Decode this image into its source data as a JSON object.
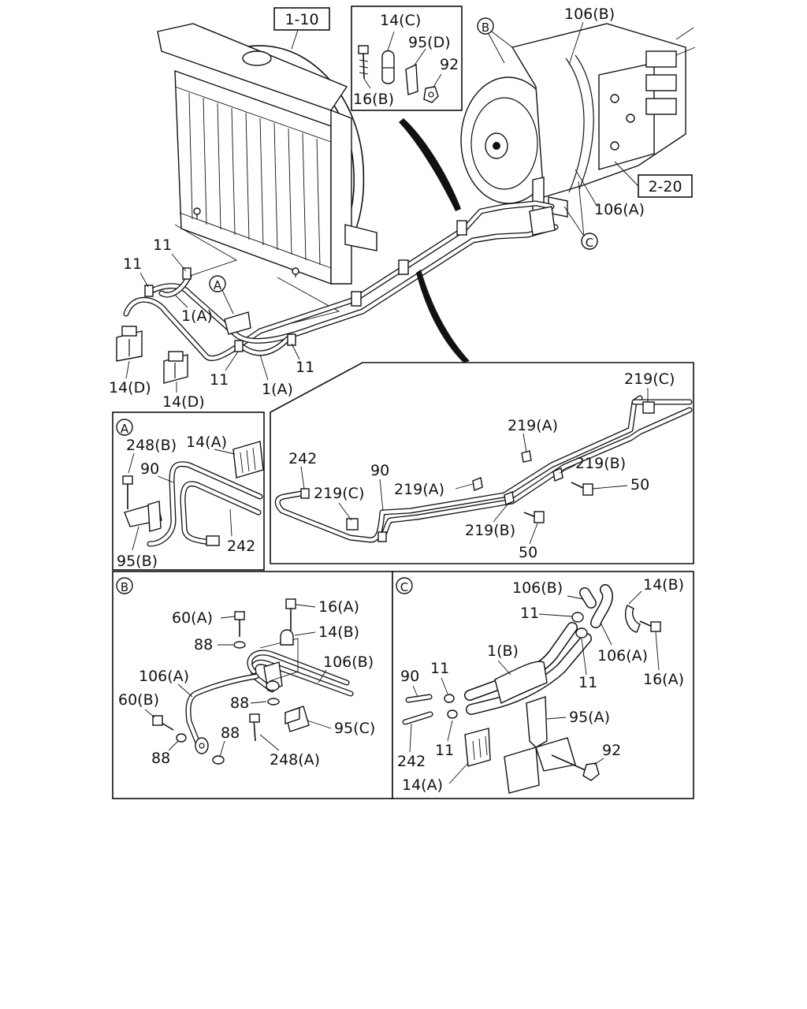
{
  "callouts": {
    "ref_1_10": "1-10",
    "ref_2_20": "2-20",
    "c_14c": "14(C)",
    "c_95d": "95(D)",
    "c_92_top": "92",
    "c_16b": "16(B)",
    "c_106b_top": "106(B)",
    "c_106a_top": "106(A)",
    "c_11_a": "11",
    "c_11_b": "11",
    "c_1a_a": "1(A)",
    "c_11_c": "11",
    "c_11_d": "11",
    "c_1a_b": "1(A)",
    "c_14d_a": "14(D)",
    "c_14d_b": "14(D)",
    "marker_a": "A",
    "marker_b": "B",
    "marker_c": "C"
  },
  "panel_a": {
    "marker": "A",
    "c_248b": "248(B)",
    "c_14a": "14(A)",
    "c_90": "90",
    "c_242": "242",
    "c_95b": "95(B)"
  },
  "panel_lines": {
    "c_219c_top": "219(C)",
    "c_219a_top": "219(A)",
    "c_219b_top": "219(B)",
    "c_50_right": "50",
    "c_242": "242",
    "c_219c_left": "219(C)",
    "c_90": "90",
    "c_219a_mid": "219(A)",
    "c_219b_bot": "219(B)",
    "c_50_bot": "50"
  },
  "panel_b": {
    "marker": "B",
    "c_16a": "16(A)",
    "c_60a": "60(A)",
    "c_14b": "14(B)",
    "c_88_a": "88",
    "c_106b": "106(B)",
    "c_106a": "106(A)",
    "c_60b": "60(B)",
    "c_88_b": "88",
    "c_95c": "95(C)",
    "c_88_c": "88",
    "c_88_d": "88",
    "c_248a": "248(A)"
  },
  "panel_c": {
    "marker": "C",
    "c_106b": "106(B)",
    "c_14b": "14(B)",
    "c_11_a": "11",
    "c_1b": "1(B)",
    "c_106a": "106(A)",
    "c_90": "90",
    "c_11_b": "11",
    "c_11_c": "11",
    "c_16a": "16(A)",
    "c_95a": "95(A)",
    "c_11_d": "11",
    "c_242": "242",
    "c_92": "92",
    "c_14a": "14(A)"
  }
}
